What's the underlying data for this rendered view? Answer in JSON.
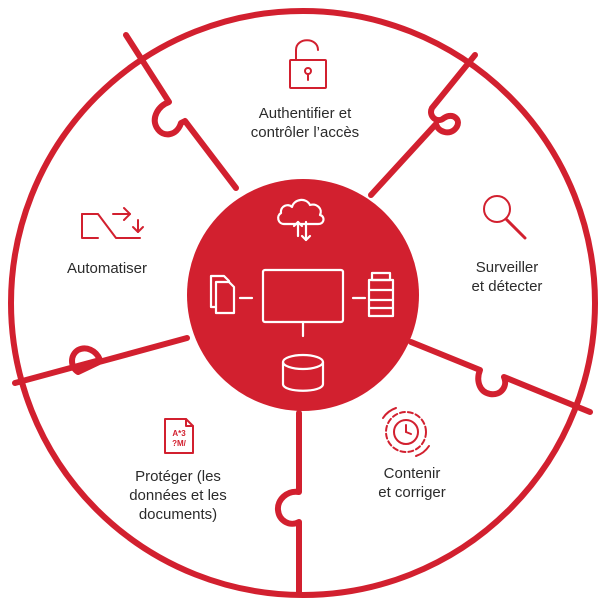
{
  "colors": {
    "accent": "#d2202f",
    "text": "#2b2b2b",
    "background": "#ffffff"
  },
  "center_hub": {
    "icons": [
      "cloud-sync-icon",
      "documents-icon",
      "computer-monitor-icon",
      "printer-icon",
      "database-icon"
    ]
  },
  "segments": {
    "auth": {
      "line1": "Authentifier et",
      "line2": "contrôler l’accès",
      "icon": "padlock-icon"
    },
    "surveiller": {
      "line1": "Surveiller",
      "line2": "et détecter",
      "icon": "magnifier-icon"
    },
    "contenir": {
      "line1": "Contenir",
      "line2": "et corriger",
      "icon": "gear-clock-icon"
    },
    "proteger": {
      "line1": "Protéger (les",
      "line2": "données et les",
      "line3": "documents)",
      "icon": "encrypted-document-icon",
      "icon_text_top": "A*3",
      "icon_text_bottom": "?M/"
    },
    "automatiser": {
      "line1": "Automatiser",
      "icon": "automation-arrows-icon"
    }
  }
}
